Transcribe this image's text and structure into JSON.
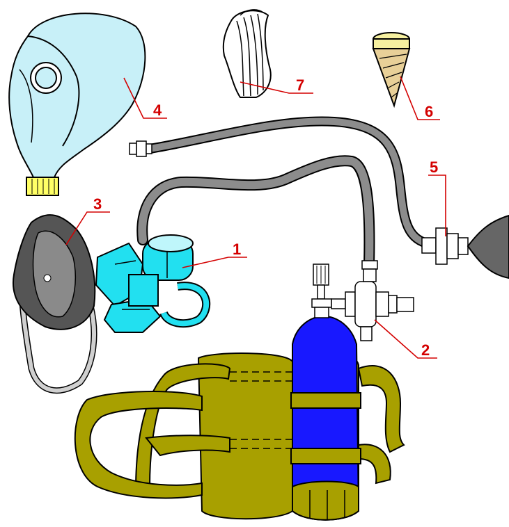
{
  "callouts": {
    "c1": "1",
    "c2": "2",
    "c3": "3",
    "c4": "4",
    "c5": "5",
    "c6": "6",
    "c7": "7"
  },
  "colors": {
    "callout": "#d40000",
    "hood": "#c8f0f8",
    "cyan_part": "#22e0f0",
    "cylinder": "#1818ff",
    "bag": "#a8a000",
    "hose": "#8c8c8c",
    "mask": "#555555"
  },
  "icons": {
    "p1": "breathing-valve-box-icon",
    "p2": "cylinder-valve-reducer-icon",
    "p3": "half-mask-icon",
    "p4": "protective-hood-icon",
    "p5": "hose-adapter-icon",
    "p6": "cone-plug-icon",
    "p7": "strap-icon"
  }
}
